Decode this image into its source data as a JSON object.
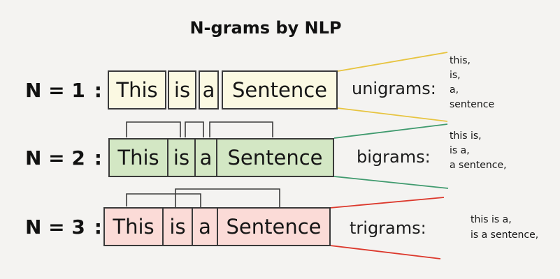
{
  "title": "N-grams by NLP",
  "background": "#f4f3f1",
  "rows": [
    {
      "n_label": "N = 1",
      "colon": ":",
      "words": [
        "This",
        "is",
        "a",
        "Sentence"
      ],
      "gram_label": "unigrams:",
      "items": [
        "this,",
        "is,",
        "a,",
        "sentence"
      ],
      "box_fill": "#fbf9e2",
      "box_border": "#3a3a3a",
      "line_color": "#e7c440"
    },
    {
      "n_label": "N = 2",
      "colon": ":",
      "words": [
        "This",
        "is",
        "a",
        "Sentence"
      ],
      "gram_label": "bigrams:",
      "items": [
        "this is,",
        "is a,",
        "a sentence,"
      ],
      "box_fill": "#d3e7c4",
      "box_border": "#3a3a3a",
      "line_color": "#3f9a6e"
    },
    {
      "n_label": "N = 3",
      "colon": ":",
      "words": [
        "This",
        "is",
        "a",
        "Sentence"
      ],
      "gram_label": "trigrams:",
      "items": [
        "this is a,",
        "is a sentence,"
      ],
      "box_fill": "#fbdbd7",
      "box_border": "#3a3a3a",
      "line_color": "#dc382c"
    }
  ]
}
